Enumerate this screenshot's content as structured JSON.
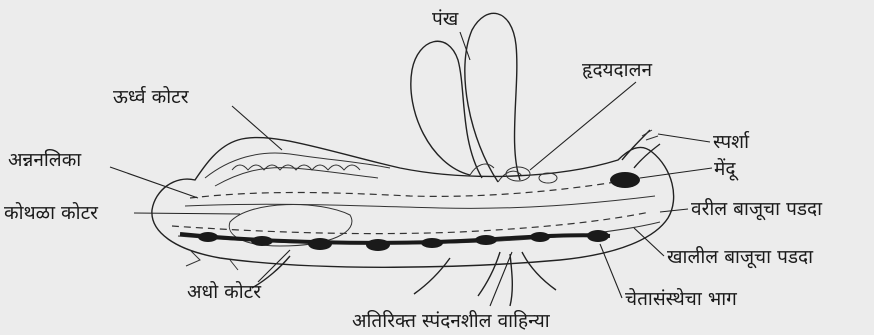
{
  "labels": {
    "wings": "पंख",
    "heart_chamber": "हृदयदालन",
    "upper_cavity": "ऊर्ध्व कोटर",
    "antenna": "स्पर्शा",
    "brain": "मेंदू",
    "esophagus": "अन्ननलिका",
    "gut_cavity": "कोथळा कोटर",
    "upper_membrane": "वरील बाजूचा पडदा",
    "lower_membrane": "खालील बाजूचा पडदा",
    "lower_cavity": "अधो कोटर",
    "nerve_part": "चेतासंस्थेचा भाग",
    "accessory_vessels": "अतिरिक्त स्पंदनशील वाहिन्या"
  }
}
